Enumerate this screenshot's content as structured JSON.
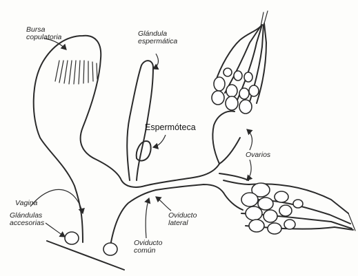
{
  "labels": {
    "bursa": [
      "Bursa",
      "copulatoria"
    ],
    "glandula": [
      "Glándula",
      "espermática"
    ],
    "espermateca": "Espermóteca",
    "ovarios": "Ovarios",
    "vagina": "Vagina",
    "glandulas_accesorias": [
      "Glándulas",
      "accesorias"
    ],
    "oviducto_lateral": [
      "Oviducto",
      "lateral"
    ],
    "oviducto_comun": [
      "Oviducto",
      "común"
    ]
  }
}
